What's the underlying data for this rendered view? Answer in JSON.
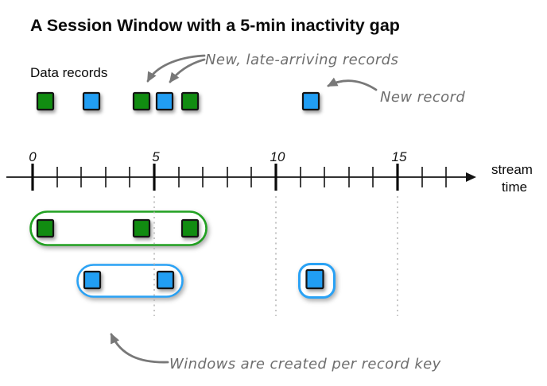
{
  "title": "A Session Window with a 5-min inactivity gap",
  "labels": {
    "data_records": "Data records",
    "stream_time_line1": "stream",
    "stream_time_line2": "time"
  },
  "axis": {
    "tick_labels": [
      "0",
      "5",
      "10",
      "15"
    ],
    "range": [
      0,
      17
    ],
    "minor_tick_interval": 1,
    "major_tick_interval": 5
  },
  "annotations": {
    "late_records": "New, late-arriving records",
    "new_record": "New record",
    "per_key": "Windows are created per record key"
  },
  "diagram": {
    "inactivity_gap_minutes": 5,
    "records": [
      {
        "key": "green",
        "time": 0.5
      },
      {
        "key": "blue",
        "time": 2.5
      },
      {
        "key": "green",
        "time": 4.5
      },
      {
        "key": "blue",
        "time": 5.5
      },
      {
        "key": "green",
        "time": 6.5
      },
      {
        "key": "blue",
        "time": 11.5
      }
    ],
    "session_windows": [
      {
        "key": "green",
        "record_times": [
          0.5,
          4.5,
          6.5
        ]
      },
      {
        "key": "blue",
        "record_times": [
          2.5,
          5.5
        ]
      },
      {
        "key": "blue",
        "record_times": [
          11.5
        ]
      }
    ]
  },
  "colors": {
    "green_record": "#118c11",
    "blue_record": "#219ef3",
    "green_window_border": "#22a122",
    "blue_window_border": "#2aa2f5",
    "annotation_gray": "#6e6e6e",
    "axis_black": "#141414"
  }
}
